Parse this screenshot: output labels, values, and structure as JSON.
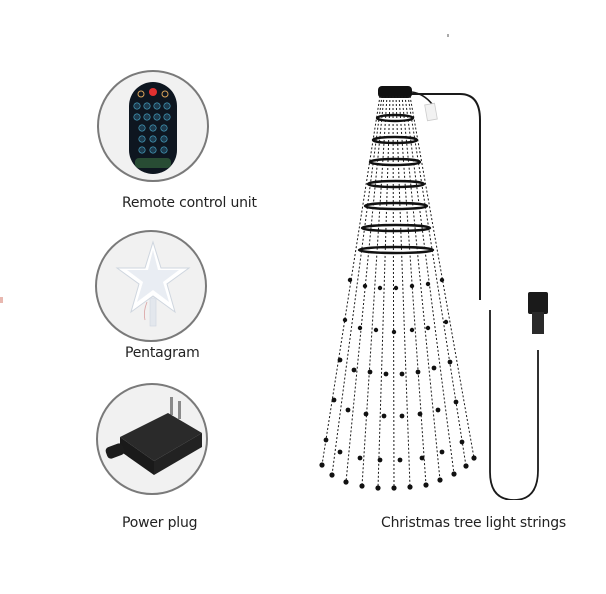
{
  "items": [
    {
      "label": "Remote control unit",
      "icon": "remote-control-icon"
    },
    {
      "label": "Pentagram",
      "icon": "star-topper-icon"
    },
    {
      "label": "Power plug",
      "icon": "power-adapter-icon"
    }
  ],
  "main": {
    "label": "Christmas tree light strings",
    "icon": "tree-light-strings-icon"
  },
  "colors": {
    "background": "#ffffff",
    "circle_border": "#7a7a7a",
    "circle_fill": "#f1f1f1",
    "text": "#222222",
    "light_strings": "#1a1a1a",
    "remote_red_button": "#e03030"
  }
}
